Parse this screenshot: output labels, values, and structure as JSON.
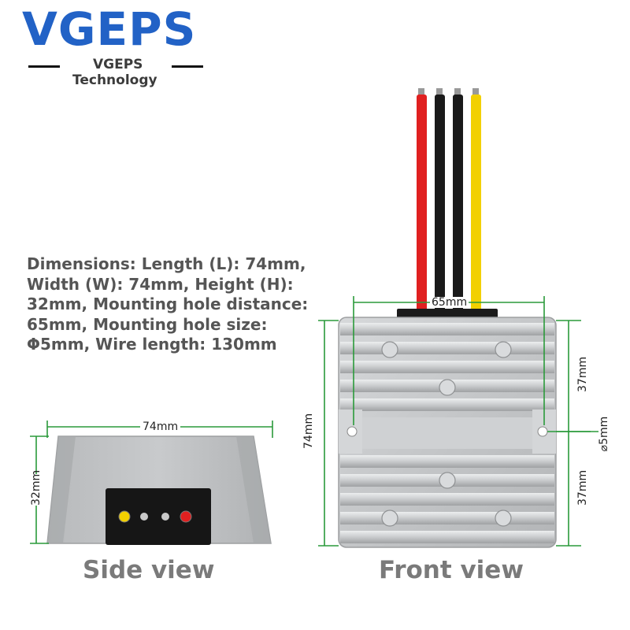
{
  "brand": {
    "logo": "VGEPS",
    "sub_name": "VGEPS",
    "sub_tagline": "Technology",
    "logo_color": "#2262c6"
  },
  "description": "Dimensions: Length (L): 74mm, Width (W): 74mm, Height (H): 32mm, Mounting hole distance: 65mm, Mounting hole size: Φ5mm, Wire length: 130mm",
  "side_view": {
    "caption": "Side view",
    "width_label": "74mm",
    "height_label": "32mm"
  },
  "front_view": {
    "caption": "Front view",
    "hole_distance_label": "65mm",
    "height_label": "74mm",
    "upper_label": "37mm",
    "lower_label": "37mm",
    "hole_size_label": "⌀5mm"
  },
  "colors": {
    "dimension_line": "#2a9a3a",
    "wire_red": "#e02020",
    "wire_black": "#1a1a1a",
    "wire_yellow": "#f2d000",
    "housing": "#c9cbcd",
    "caption": "#7a7a7a"
  }
}
